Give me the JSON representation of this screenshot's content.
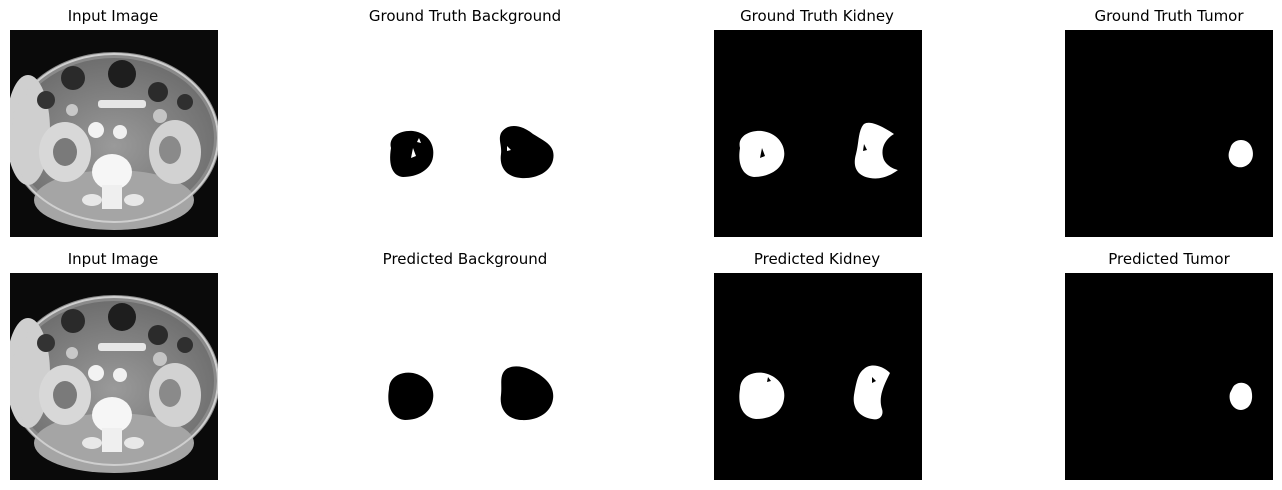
{
  "panels": [
    {
      "title": "Input Image",
      "kind": "ct"
    },
    {
      "title": "Ground Truth Background",
      "kind": "background"
    },
    {
      "title": "Ground Truth Kidney",
      "kind": "kidney"
    },
    {
      "title": "Ground Truth Tumor",
      "kind": "tumor"
    },
    {
      "title": "Input Image",
      "kind": "ct"
    },
    {
      "title": "Predicted Background",
      "kind": "background"
    },
    {
      "title": "Predicted Kidney",
      "kind": "kidney"
    },
    {
      "title": "Predicted Tumor",
      "kind": "tumor"
    }
  ]
}
